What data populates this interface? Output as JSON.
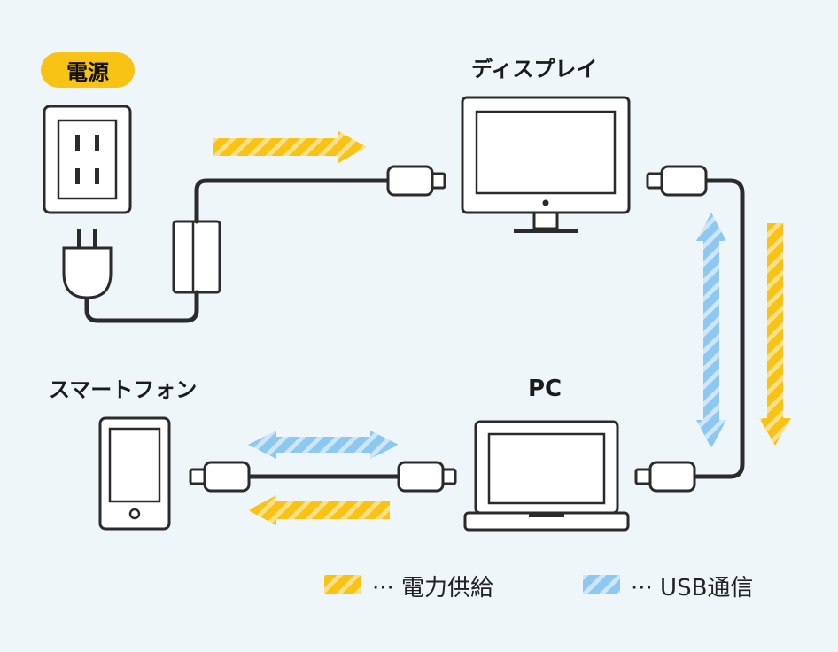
{
  "labels": {
    "power": "電源",
    "display": "ディスプレイ",
    "smartphone": "スマートフォン",
    "pc": "PC"
  },
  "legend": {
    "power_supply": "··· 電力供給",
    "usb": "··· USB通信"
  },
  "colors": {
    "background": "#eef6fa",
    "badge": "#f9c316",
    "power_arrow": "#f9c316",
    "usb_arrow": "#8cc8f0",
    "line": "#2b2b2b"
  }
}
